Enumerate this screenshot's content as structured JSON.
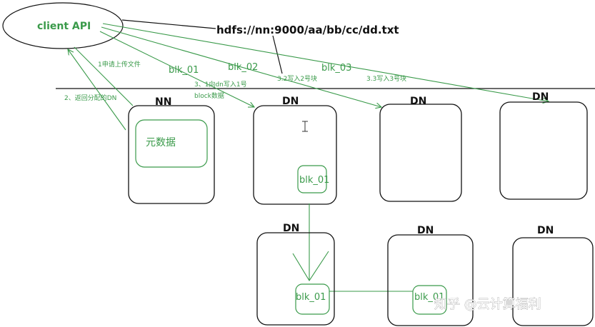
{
  "client": {
    "label": "client API"
  },
  "path": "hdfs://nn:9000/aa/bb/cc/dd.txt",
  "steps": {
    "request_upload": "1申请上传文件",
    "return_dn": "2、返回分配的DN",
    "write_block1_line1": "3、1向dn写入1号",
    "write_block1_line2": "block数据",
    "write_block2": "3.2写入2号块",
    "write_block3": "3.3写入3号块"
  },
  "blocks": {
    "blk1": "blk_01",
    "blk2": "blk_02",
    "blk3": "blk_03"
  },
  "namenode": {
    "label": "NN",
    "metadata": "元数据"
  },
  "datanodes": [
    {
      "label": "DN",
      "block": "blk_01"
    },
    {
      "label": "DN"
    },
    {
      "label": "DN"
    },
    {
      "label": "DN",
      "block": "blk_01"
    },
    {
      "label": "DN",
      "block": "blk_01"
    },
    {
      "label": "DN"
    }
  ],
  "watermark": "知乎 @云计算福利",
  "colors": {
    "green": "#3a9a4a",
    "ink": "#111111"
  }
}
